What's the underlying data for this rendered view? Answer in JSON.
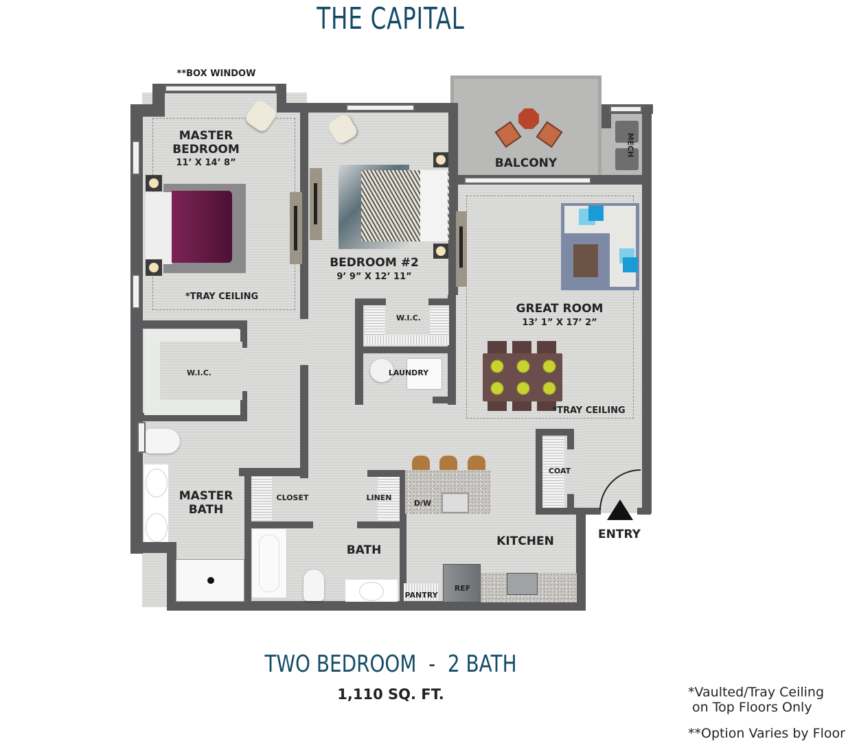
{
  "header": {
    "title": "THE CAPITAL"
  },
  "rooms": {
    "master_bedroom": {
      "name_line1": "MASTER",
      "name_line2": "BEDROOM",
      "dimensions": "11’ X 14’ 8”",
      "note": "*TRAY CEILING",
      "window_note": "**BOX WINDOW"
    },
    "bedroom2": {
      "name": "BEDROOM #2",
      "dimensions": "9’ 9” X 12’ 11”"
    },
    "balcony": {
      "name": "BALCONY"
    },
    "mech": {
      "name": "MECH"
    },
    "great_room": {
      "name": "GREAT ROOM",
      "dimensions": "13’ 1” X 17’ 2”",
      "note": "*TRAY CEILING"
    },
    "wic_bedroom2": {
      "name": "W.I.C."
    },
    "laundry": {
      "name": "LAUNDRY"
    },
    "wic_master": {
      "name": "W.I.C."
    },
    "master_bath": {
      "name_line1": "MASTER",
      "name_line2": "BATH"
    },
    "closet": {
      "name": "CLOSET"
    },
    "linen": {
      "name": "LINEN"
    },
    "bath": {
      "name": "BATH"
    },
    "kitchen": {
      "name": "KITCHEN",
      "dw": "D/W",
      "ref": "REF",
      "pantry": "PANTRY"
    },
    "coat": {
      "name": "COAT"
    },
    "entry": {
      "name": "ENTRY"
    }
  },
  "footer": {
    "unit_type": "TWO BEDROOM  -  2 BATH",
    "sqft": "1,110 SQ. FT.",
    "note1_line1": "*Vaulted/Tray Ceiling",
    "note1_line2": " on Top Floors Only",
    "note2": "**Option Varies by Floor"
  },
  "colors": {
    "title": "#154a66",
    "wall": "#5a5a5c",
    "floor": "#d9d9d8",
    "balcony": "#b4b4b3",
    "bedspread": "#6a1a45"
  }
}
